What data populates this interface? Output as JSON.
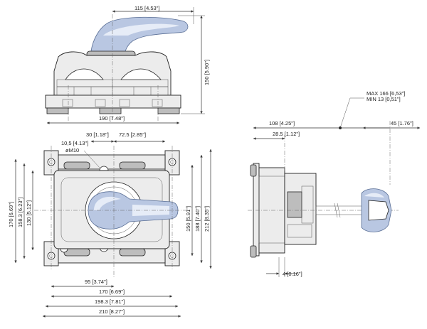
{
  "dimensions": {
    "top_handle_width": "115 [4.53\"]",
    "top_height": "150 [5.90\"]",
    "top_width": "190 [7.48\"]",
    "hole_offset": "30 [1.18\"]",
    "center_offset": "72.5 [2.85\"]",
    "hole_size": "10,5 [4.13\"]",
    "thread": "øM10",
    "left_170": "170 [6.69\"]",
    "left_158": "158.3 [6.23\"]",
    "left_130": "130 [5.12\"]",
    "right_150": "150 [5.91\"]",
    "right_188": "188 [7.40\"]",
    "right_212": "212 [8.35\"]",
    "bottom_95": "95 [3.74\"]",
    "bottom_170": "170 [6.69\"]",
    "bottom_198": "198.3 [7.81\"]",
    "bottom_210": "210 [8.27\"]",
    "side_max": "MAX 166 [6,53\"]",
    "side_min": "MIN 13 [0,51\"]",
    "side_108": "108 [4.25\"]",
    "side_28": "28.5 [1.12\"]",
    "side_45": "45 [1.76\"]",
    "side_4": "4 [0.16\"]"
  },
  "colors": {
    "handle_blue": "#b9c7e2",
    "line": "#333333",
    "body": "#ececec"
  }
}
